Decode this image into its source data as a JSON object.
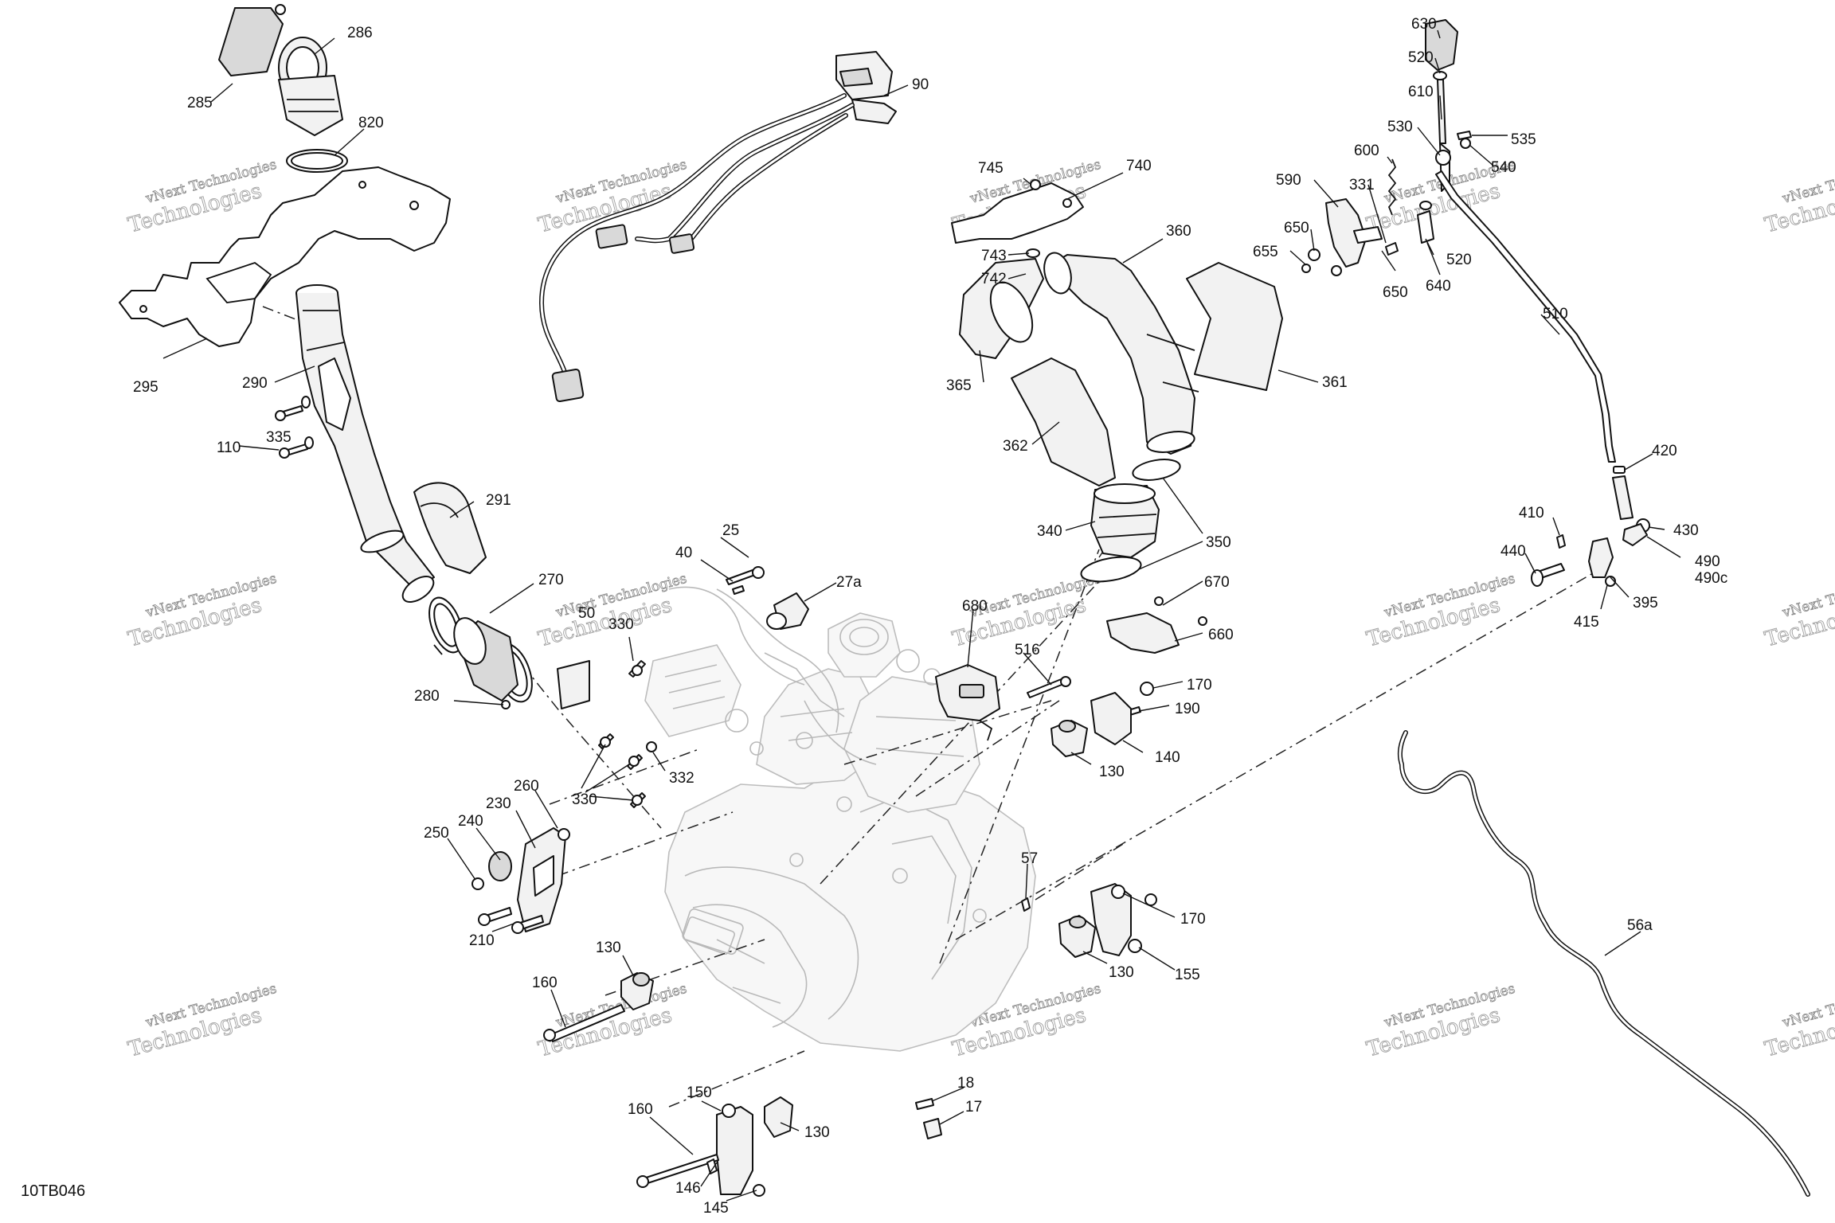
{
  "diagram": {
    "code": "10TB046",
    "watermark": {
      "line1": "vNext Technologies",
      "line2": "Technologies"
    },
    "callouts": {
      "c285": "285",
      "c286": "286",
      "c820": "820",
      "c295": "295",
      "c290": "290",
      "c335": "335",
      "c110": "110",
      "c291": "291",
      "c270": "270",
      "c280": "280",
      "c90": "90",
      "c25": "25",
      "c40": "40",
      "c27a": "27a",
      "c50": "50",
      "c330a": "330",
      "c330b": "330",
      "c332": "332",
      "c260": "260",
      "c230": "230",
      "c240": "240",
      "c250": "250",
      "c210": "210",
      "c130a": "130",
      "c160a": "160",
      "c150": "150",
      "c160b": "160",
      "c146": "146",
      "c145": "145",
      "c130b": "130",
      "c18": "18",
      "c17": "17",
      "c745": "745",
      "c740": "740",
      "c743": "743",
      "c742": "742",
      "c360": "360",
      "c365": "365",
      "c361": "361",
      "c362": "362",
      "c340": "340",
      "c350": "350",
      "c680": "680",
      "c516": "516",
      "c670": "670",
      "c660": "660",
      "c170a": "170",
      "c190": "190",
      "c140": "140",
      "c130c": "130",
      "c57": "57",
      "c170b": "170",
      "c130d": "130",
      "c155": "155",
      "c630": "630",
      "c520a": "520",
      "c610": "610",
      "c535": "535",
      "c530": "530",
      "c540": "540",
      "c600": "600",
      "c590": "590",
      "c331": "331",
      "c650a": "650",
      "c655": "655",
      "c650b": "650",
      "c520b": "520",
      "c640": "640",
      "c510": "510",
      "c420": "420",
      "c410": "410",
      "c430": "430",
      "c440": "440",
      "c490": "490",
      "c490c": "490c",
      "c415": "415",
      "c395": "395",
      "c56a": "56a"
    }
  }
}
